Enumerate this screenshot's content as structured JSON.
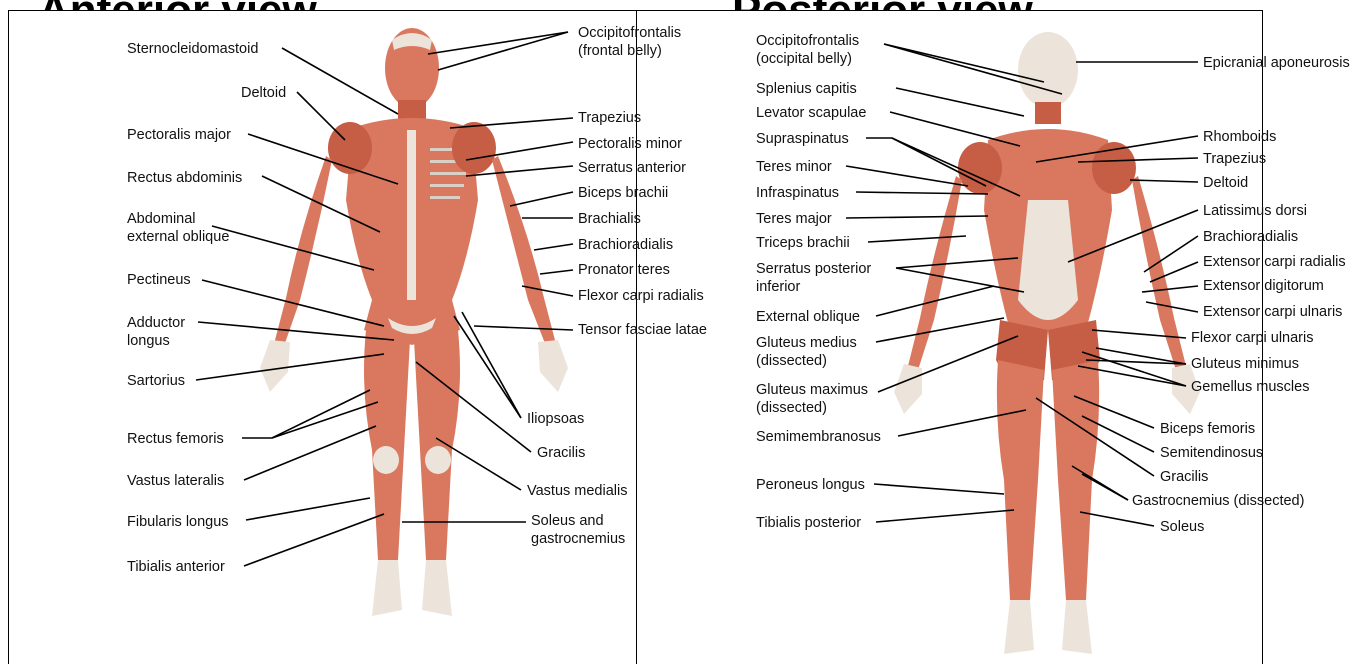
{
  "title": {
    "left": "Anterior view",
    "right": "Posterior view"
  },
  "anterior_labels": {
    "occipitofrontalis_frontal": [
      "Occipitofrontalis",
      "(frontal belly)"
    ],
    "sternocleidomastoid": "Sternocleidomastoid",
    "deltoid": "Deltoid",
    "trapezius": "Trapezius",
    "pectoralis_minor": "Pectoralis minor",
    "pectoralis_major": "Pectoralis major",
    "serratus_anterior": "Serratus anterior",
    "rectus_abdominis": "Rectus abdominis",
    "biceps_brachii": "Biceps brachii",
    "abdominal_external_oblique": [
      "Abdominal",
      "external oblique"
    ],
    "brachialis": "Brachialis",
    "brachioradialis": "Brachioradialis",
    "pronator_teres": "Pronator teres",
    "pectineus": "Pectineus",
    "flexor_carpi_radialis": "Flexor carpi radialis",
    "adductor_longus": [
      "Adductor",
      "longus"
    ],
    "tensor_fasciae_latae": "Tensor fasciae latae",
    "sartorius": "Sartorius",
    "iliopsoas": "Iliopsoas",
    "rectus_femoris": "Rectus femoris",
    "gracilis": "Gracilis",
    "vastus_lateralis": "Vastus lateralis",
    "vastus_medialis": "Vastus medialis",
    "fibularis_longus": "Fibularis longus",
    "soleus_gastrocnemius": [
      "Soleus and",
      "gastrocnemius"
    ],
    "tibialis_anterior": "Tibialis anterior"
  },
  "posterior_labels": {
    "occipitofrontalis_occipital": [
      "Occipitofrontalis",
      "(occipital belly)"
    ],
    "epicranial_aponeurosis": "Epicranial aponeurosis",
    "splenius_capitis": "Splenius capitis",
    "levator_scapulae": "Levator scapulae",
    "rhomboids": "Rhomboids",
    "supraspinatus": "Supraspinatus",
    "trapezius": "Trapezius",
    "teres_minor": "Teres minor",
    "deltoid": "Deltoid",
    "infraspinatus": "Infraspinatus",
    "latissimus_dorsi": "Latissimus dorsi",
    "teres_major": "Teres major",
    "brachioradialis": "Brachioradialis",
    "triceps_brachii": "Triceps brachii",
    "extensor_carpi_radialis": "Extensor carpi radialis",
    "serratus_posterior_inferior": [
      "Serratus posterior",
      "inferior"
    ],
    "extensor_digitorum": "Extensor digitorum",
    "extensor_carpi_ulnaris": "Extensor carpi ulnaris",
    "external_oblique": "External oblique",
    "flexor_carpi_ulnaris": "Flexor carpi ulnaris",
    "gluteus_medius": [
      "Gluteus medius",
      "(dissected)"
    ],
    "gluteus_minimus": "Gluteus minimus",
    "gemellus_muscles": "Gemellus muscles",
    "gluteus_maximus": [
      "Gluteus maximus",
      "(dissected)"
    ],
    "biceps_femoris": "Biceps femoris",
    "semimembranosus": "Semimembranosus",
    "semitendinosus": "Semitendinosus",
    "gracilis": "Gracilis",
    "peroneus_longus": "Peroneus longus",
    "gastrocnemius_dissected": "Gastrocnemius (dissected)",
    "tibialis_posterior": "Tibialis posterior",
    "soleus": "Soleus"
  },
  "colors": {
    "muscle": "#d9785f",
    "muscle_dark": "#c65d45",
    "tendon": "#ece4da",
    "background": "#ffffff"
  }
}
